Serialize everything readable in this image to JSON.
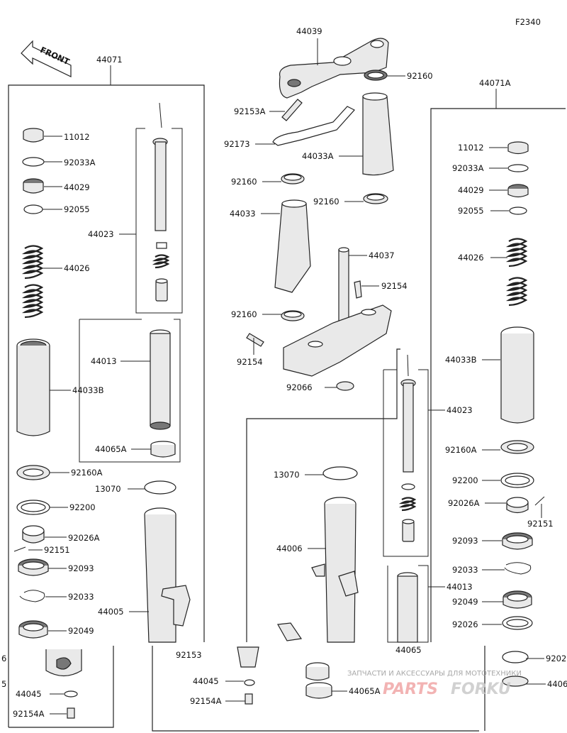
{
  "figure_code": "F2340",
  "front_label": "FRONT",
  "watermark": {
    "caption": "ЗАПЧАСТИ И АКСЕССУАРЫ ДЛЯ МОТОТЕХНИКИ",
    "brand_left": "PARTS",
    "brand_right": "FORKU"
  },
  "labels": {
    "p44071": "44071",
    "p44071A": "44071A",
    "p44039": "44039",
    "p92160_top": "92160",
    "p92153A_top": "92153A",
    "p92173": "92173",
    "p44033A": "44033A",
    "p92160_l1": "92160",
    "p92160_r1": "92160",
    "p44033": "44033",
    "p44037": "44037",
    "p92154_r": "92154",
    "p92160_l2": "92160",
    "p92154_l": "92154",
    "p92066": "92066",
    "p13070_c": "13070",
    "p44006": "44006",
    "p11012_l": "11012",
    "p92033A_l": "92033A",
    "p44029_l": "44029",
    "p92055_l": "92055",
    "p44023_l": "44023",
    "p44026_l": "44026",
    "p44013_l": "44013",
    "p44033B_l": "44033B",
    "p44065A_l": "44065A",
    "p92160A_l": "92160A",
    "p13070_l": "13070",
    "p92200_l": "92200",
    "p92026A_l": "92026A",
    "p92151_l": "92151",
    "p92093_l": "92093",
    "p92033_l": "92033",
    "p44005": "44005",
    "p92049_l": "92049",
    "p92153_cut": "92153",
    "p44045_l": "44045",
    "p92154A_l": "92154A",
    "p44045_c": "44045",
    "p92154A_c": "92154A",
    "p44065A_c": "44065A",
    "p44065_cut": "44065",
    "p11012_r": "11012",
    "p92033A_r": "92033A",
    "p44029_r": "44029",
    "p92055_r": "92055",
    "p44026_r": "44026",
    "p44033B_r": "44033B",
    "p44023_r": "44023",
    "p92160A_r": "92160A",
    "p92200_r": "92200",
    "p92026A_r": "92026A",
    "p92151_r": "92151",
    "p92093_r": "92093",
    "p92033_r": "92033",
    "p44013_r": "44013",
    "p92049_r": "92049",
    "p92026_r": "92026",
    "p9202_cut": "9202",
    "p4406_cut": "4406",
    "p6_cut": "6",
    "p5_cut": "5"
  }
}
